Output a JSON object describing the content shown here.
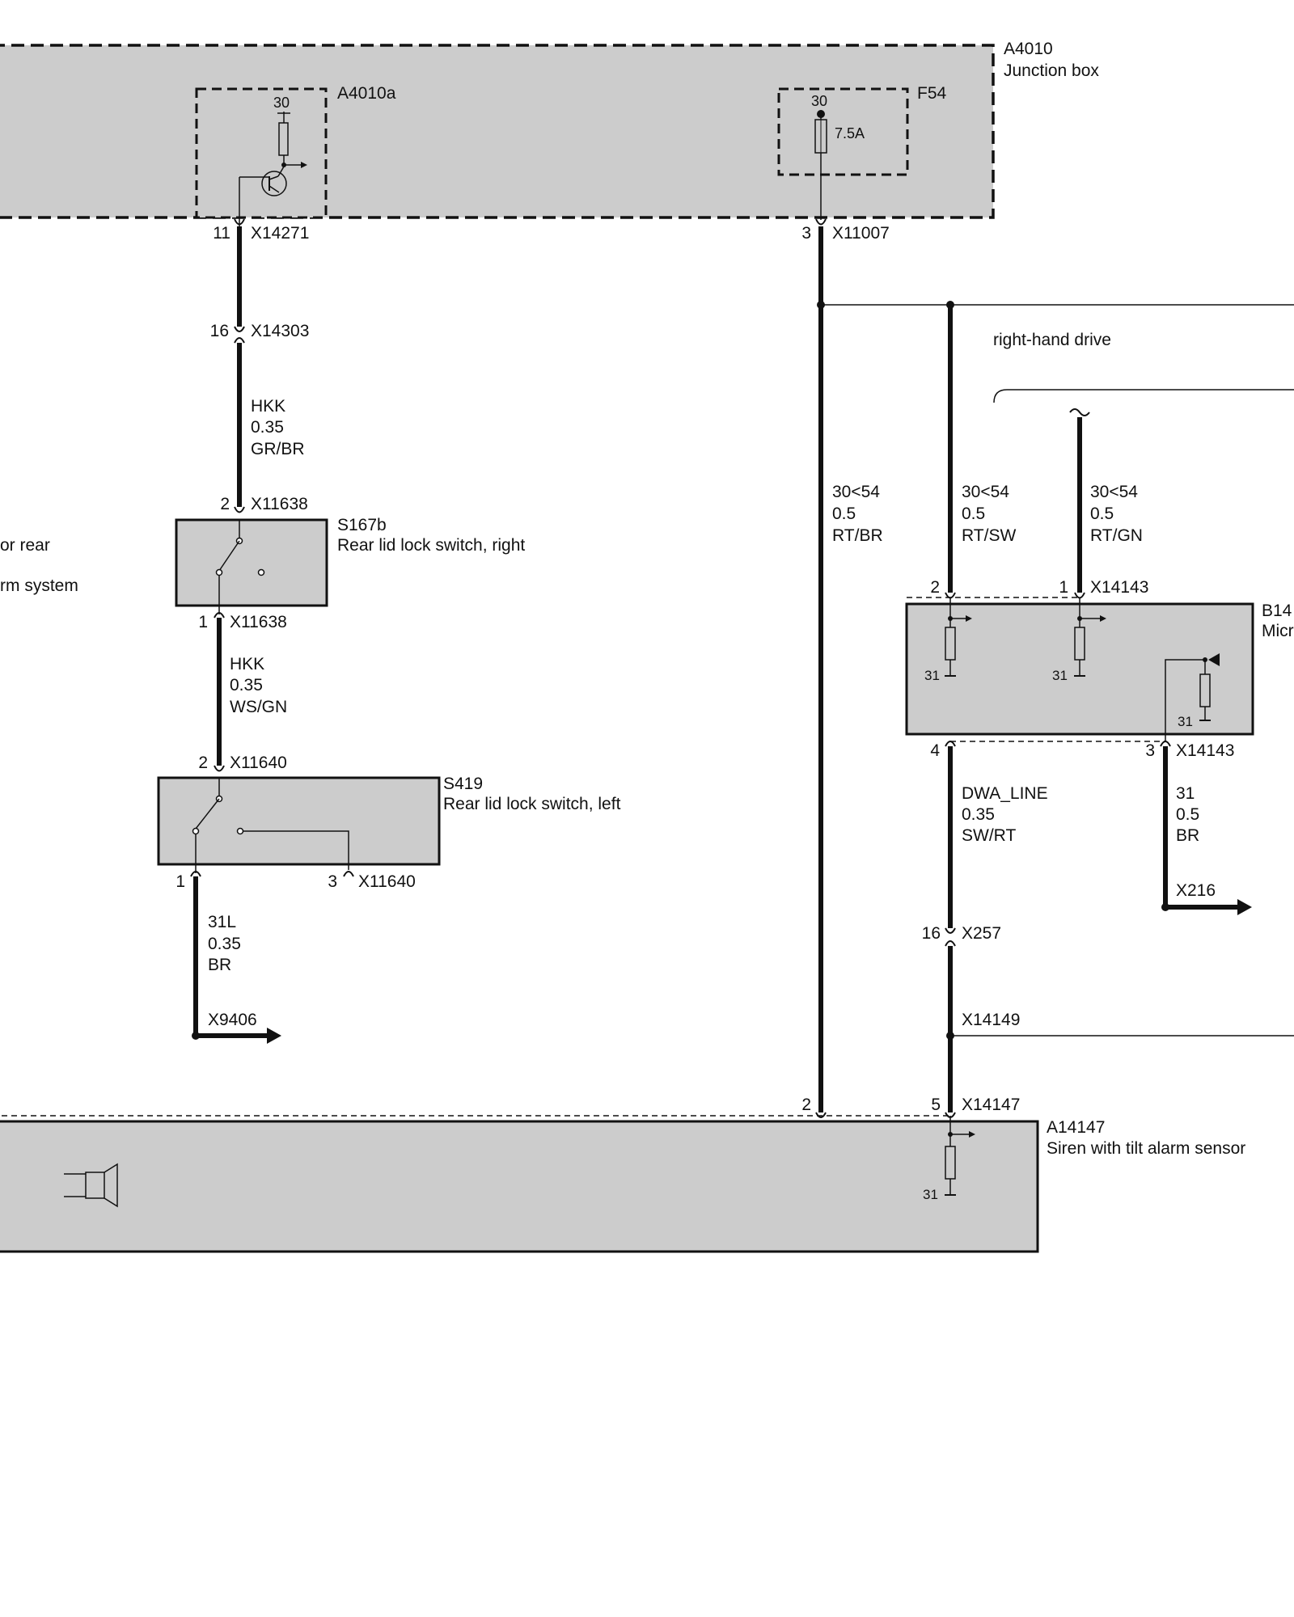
{
  "colors": {
    "module_fill": "#cccccc",
    "wire": "#111111",
    "background": "#ffffff"
  },
  "modules": {
    "junction_box": {
      "id": "A4010",
      "name": "Junction box"
    },
    "a4010a": {
      "id": "A4010a",
      "terminal": "30"
    },
    "f54": {
      "id": "F54",
      "terminal": "30",
      "rating": "7.5A"
    },
    "s167b": {
      "id": "S167b",
      "name": "Rear lid lock switch, right"
    },
    "s419": {
      "id": "S419",
      "name": "Rear lid lock switch, left"
    },
    "b14": {
      "id": "B14",
      "name": "Micr"
    },
    "a14147": {
      "id": "A14147",
      "name": "Siren with tilt alarm sensor"
    }
  },
  "left_partial_text": [
    "or rear",
    "rm system"
  ],
  "note_rhd": "right-hand drive",
  "ground_label": "31",
  "pins": {
    "x14271": {
      "pin": "11",
      "connector": "X14271"
    },
    "x11007": {
      "pin": "3",
      "connector": "X11007"
    },
    "x14303": {
      "pin": "16",
      "connector": "X14303"
    },
    "x11638_top": {
      "pin": "2",
      "connector": "X11638"
    },
    "x11638_bot": {
      "pin": "1",
      "connector": "X11638"
    },
    "x11640_top": {
      "pin": "2",
      "connector": "X11640"
    },
    "x11640_b1": {
      "pin": "1"
    },
    "x11640_b3": {
      "pin": "3",
      "connector": "X11640"
    },
    "x14143_2": {
      "pin": "2"
    },
    "x14143_1": {
      "pin": "1",
      "connector": "X14143"
    },
    "x14143_4": {
      "pin": "4"
    },
    "x14143_3": {
      "pin": "3",
      "connector": "X14143"
    },
    "x257": {
      "pin": "16",
      "connector": "X257"
    },
    "x14149": {
      "connector": "X14149"
    },
    "x14147_2": {
      "pin": "2"
    },
    "x14147_5": {
      "pin": "5",
      "connector": "X14147"
    },
    "x9406": {
      "connector": "X9406"
    },
    "x216": {
      "connector": "X216"
    }
  },
  "wires": {
    "hkk_grbr": {
      "signal": "HKK",
      "size": "0.35",
      "color": "GR/BR"
    },
    "hkk_wsgn": {
      "signal": "HKK",
      "size": "0.35",
      "color": "WS/GN"
    },
    "w31l": {
      "signal": "31L",
      "size": "0.35",
      "color": "BR"
    },
    "rtbr": {
      "signal": "30<54",
      "size": "0.5",
      "color": "RT/BR"
    },
    "rtsw": {
      "signal": "30<54",
      "size": "0.5",
      "color": "RT/SW"
    },
    "rtgn": {
      "signal": "30<54",
      "size": "0.5",
      "color": "RT/GN"
    },
    "dwa": {
      "signal": "DWA_LINE",
      "size": "0.35",
      "color": "SW/RT"
    },
    "w31": {
      "signal": "31",
      "size": "0.5",
      "color": "BR"
    }
  }
}
